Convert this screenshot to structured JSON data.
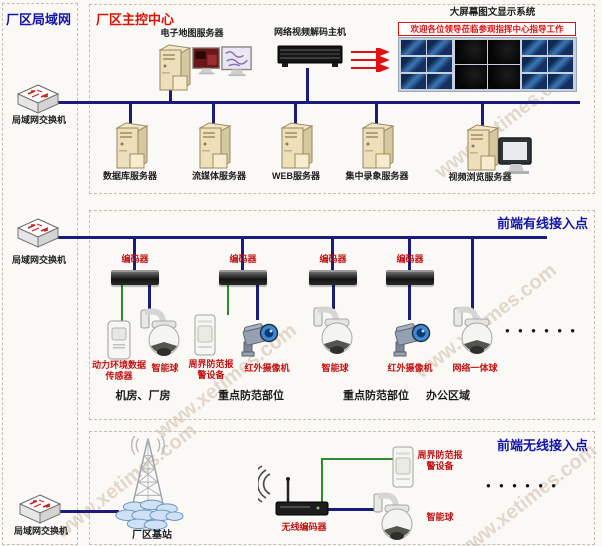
{
  "watermark": {
    "text": "www.xetimes.com"
  },
  "colors": {
    "bus_line": "#1b1b7e",
    "alarm_line": "#2e8b2e",
    "device_label": "#c41111",
    "section_title_red": "#dd1100",
    "section_title_blue": "#1515a8",
    "banner_red": "#e01010"
  },
  "icons": {
    "lan-switch-icon": "isometric white switch box with red port arrows",
    "server-tower-icon": "beige tower server",
    "monitor-red-icon": "monitor with dark red video image",
    "monitor-map-icon": "monitor with electronic map",
    "monitor-plain-icon": "desktop monitor",
    "decoder-rack-icon": "black network video decoder chassis",
    "arrows-icon": "three red arrows pointing right",
    "video-wall-icon": "monitor wall grid",
    "dome-camera-icon": "white speed dome camera",
    "ir-camera-icon": "infrared box camera with blue lens",
    "sensor-icon": "white wall-mounted sensor",
    "alarm-box-icon": "white perimeter alarm detector",
    "base-station-icon": "lattice antenna mast over disc cloud",
    "wifi-router-icon": "black wireless encoder with antenna and wifi arcs"
  },
  "lan": {
    "title": "厂区局域网",
    "switches": [
      "局域网交换机",
      "局域网交换机",
      "局域网交换机"
    ]
  },
  "control": {
    "title": "厂区主控中心",
    "map_server": "电子地图服务器",
    "decoder": "网络视频解码主机",
    "wall_title": "大屏幕图文显示系统",
    "wall_banner": "欢迎各位领导莅临参观指挥中心指导工作",
    "servers": [
      "数据库服务器",
      "流媒体服务器",
      "WEB服务器",
      "集中录象服务器",
      "视频浏览服务器"
    ]
  },
  "wired": {
    "title": "前端有线接入点",
    "encoders": [
      "编码器",
      "编码器",
      "编码器",
      "编码器"
    ],
    "devices": [
      "动力环境数据传感器",
      "智能球",
      "周界防范报警设备",
      "红外摄像机",
      "智能球",
      "红外摄像机",
      "网络一体球"
    ],
    "areas": [
      "机房、厂房",
      "重点防范部位",
      "重点防范部位",
      "办公区域"
    ],
    "ellipsis": "● ● ● ● ● ●"
  },
  "wireless": {
    "title": "前端无线接入点",
    "base_station": "厂区基站",
    "encoder": "无线编码器",
    "perimeter": "周界防范报警设备",
    "dome": "智能球",
    "ellipsis": "● ● ● ● ● ●"
  }
}
